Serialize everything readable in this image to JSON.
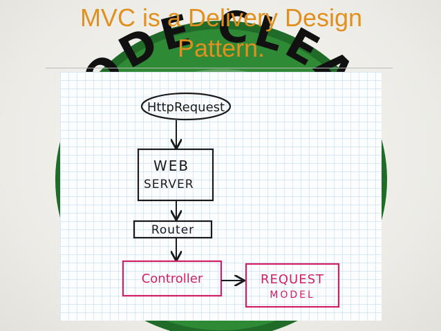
{
  "slide": {
    "title": "MVC is a Delivery Design Pattern.",
    "badge_text": "CODE CLEAN"
  },
  "diagram": {
    "nodes": {
      "http_request": "HttpRequest",
      "web_server_line1": "WEB",
      "web_server_line2": "SERVER",
      "router": "Router",
      "controller": "Controller",
      "request_model_line1": "REQUEST",
      "request_model_line2": "MODEL"
    },
    "colors": {
      "title": "#e0901f",
      "badge_green": "#2f8a36",
      "grid_line": "#b7d3ec",
      "ink_black": "#1a1a1a",
      "ink_pink": "#d21f63"
    }
  }
}
